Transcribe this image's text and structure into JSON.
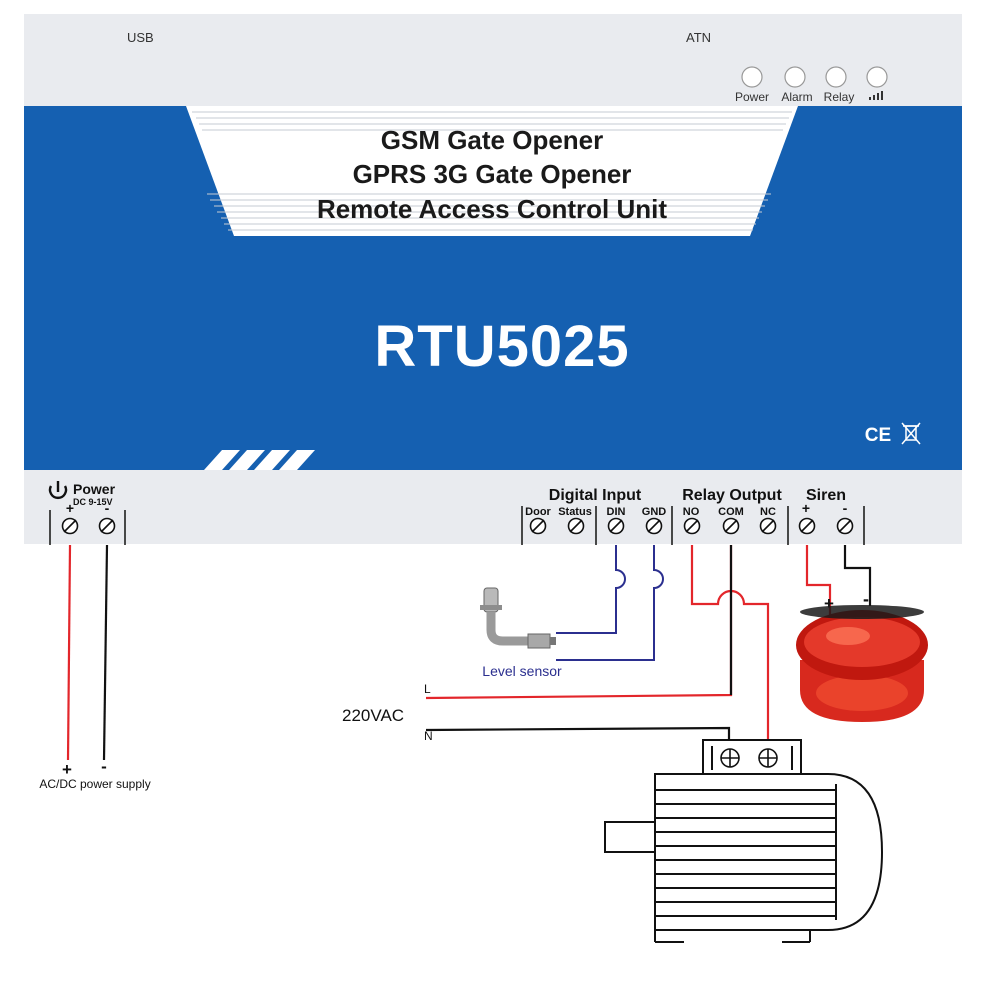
{
  "device": {
    "port_usb": "USB",
    "port_atn": "ATN",
    "leds": [
      "Power",
      "Alarm",
      "Relay"
    ],
    "headline_lines": [
      "GSM Gate Opener",
      "GPRS 3G Gate Opener",
      "Remote Access Control Unit"
    ],
    "model": "RTU5025",
    "cert": "CE"
  },
  "terminals": {
    "power": {
      "title": "Power",
      "sub": "DC 9-15V",
      "plus": "+",
      "minus": "-"
    },
    "digital_input": {
      "title": "Digital Input",
      "pins": [
        "Door",
        "Status",
        "DIN",
        "GND"
      ]
    },
    "relay_output": {
      "title": "Relay Output",
      "pins": [
        "NO",
        "COM",
        "NC"
      ]
    },
    "siren": {
      "title": "Siren",
      "plus": "+",
      "minus": "-"
    }
  },
  "wiring": {
    "level_sensor": "Level sensor",
    "mains": "220VAC",
    "line": "L",
    "neutral": "N",
    "psu_plus": "+",
    "psu_minus": "-",
    "psu_label": "AC/DC power supply",
    "siren_plus": "+",
    "siren_minus": "-"
  },
  "colors": {
    "panel_blue": "#1560b1",
    "housing_gray": "#e9ebef",
    "wire_red": "#e3262b",
    "wire_blue": "#2b2f8f",
    "wire_black": "#111111"
  }
}
